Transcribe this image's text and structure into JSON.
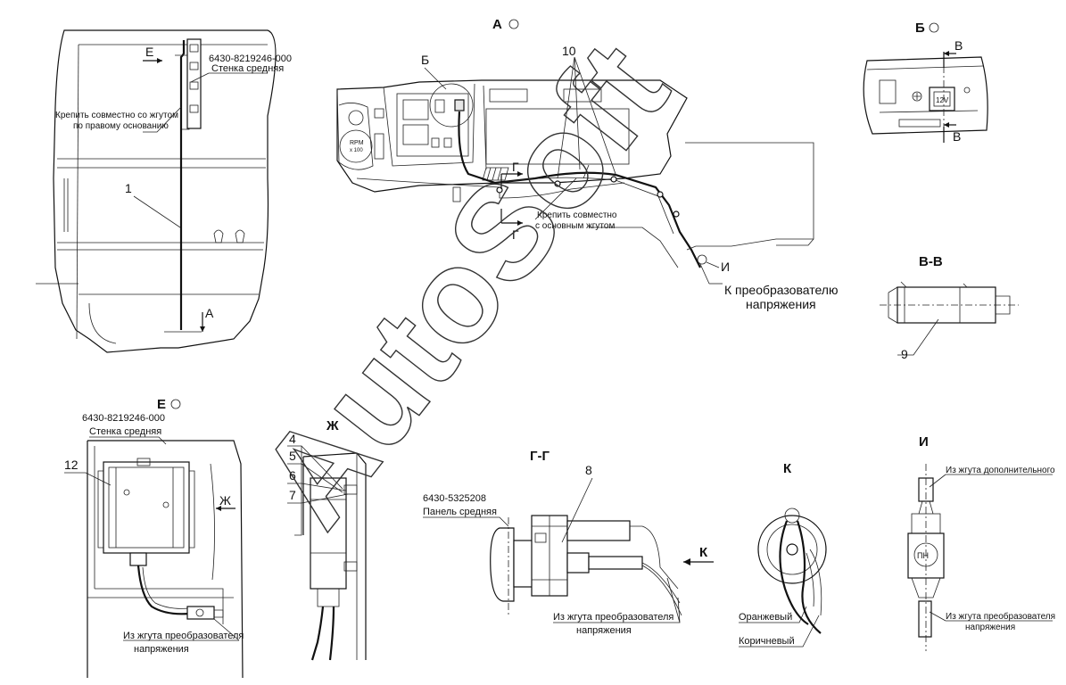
{
  "corner_mark": "",
  "watermark": "AutoSoft",
  "view_left": {
    "part_number": "6430-8219246-000",
    "part_name": "Стенка средняя",
    "note_line1": "Крепить совместно со жгутом",
    "note_line2": "по правому основанию",
    "callout_1": "1",
    "label_E": "Е",
    "label_A": "А"
  },
  "view_A": {
    "title": "А",
    "label_B": "Б",
    "callout_10": "10",
    "label_G_top": "Г",
    "label_G_bottom": "Г",
    "note_line1": "Крепить совместно",
    "note_line2": "с основным жгутом",
    "label_I": "И",
    "converter_line1": "К преобразователю",
    "converter_line2": "напряжения",
    "gauge_line1": "RPM",
    "gauge_line2": "x 100"
  },
  "view_B": {
    "title": "Б",
    "label_V_top": "В",
    "label_V_bottom": "В",
    "socket_label": "12V"
  },
  "section_VV": {
    "title": "В-В",
    "callout_9": "9"
  },
  "view_E": {
    "title": "Е",
    "part_number": "6430-8219246-000",
    "part_name": "Стенка средняя",
    "callout_12": "12",
    "label_Zh": "Ж",
    "harness_line1": "Из жгута преобразователя",
    "harness_line2": "напряжения"
  },
  "view_Zh": {
    "title": "Ж",
    "callouts": [
      "4",
      "5",
      "6",
      "7"
    ]
  },
  "section_GG": {
    "title": "Г-Г",
    "part_number": "6430-5325208",
    "part_name": "Панель средняя",
    "callout_8": "8",
    "label_K": "К",
    "harness_line1": "Из жгута преобразователя",
    "harness_line2": "напряжения"
  },
  "view_K": {
    "title": "К",
    "wire_orange": "Оранжевый",
    "wire_brown": "Коричневый"
  },
  "view_I": {
    "title": "И",
    "top_label": "Из жгута дополнительного",
    "fuse_label": "ПН",
    "bottom_line1": "Из жгута преобразователя",
    "bottom_line2": "напряжения"
  }
}
